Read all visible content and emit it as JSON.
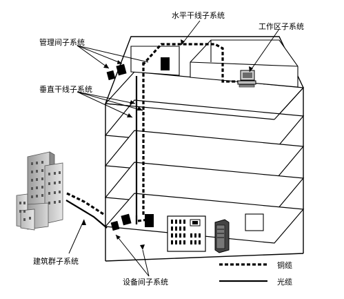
{
  "labels": {
    "horizontal": "水平干线子系统",
    "work_area": "工作区子系统",
    "management": "管理间子系统",
    "vertical": "垂直干线子系统",
    "building_group": "建筑群子系统",
    "equipment": "设备间子系统"
  },
  "legend": {
    "copper": "铜缆",
    "fiber": "光缆"
  }
}
